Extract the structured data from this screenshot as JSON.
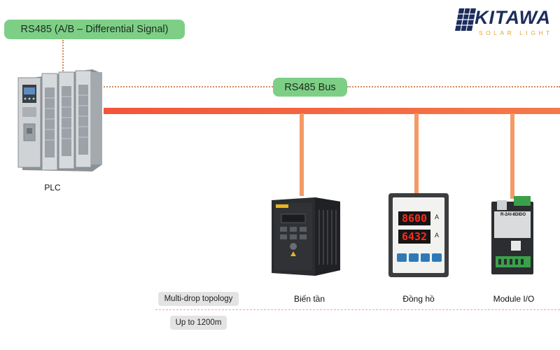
{
  "brand": {
    "name": "KITAWA",
    "tagline": "SOLAR LIGHT",
    "colors": {
      "navy": "#1c2d5c",
      "gold": "#e0a82e"
    }
  },
  "signal_label": "RS485 (A/B – Differential Signal)",
  "bus_label": "RS485 Bus",
  "topology_label": "Multi-drop topology",
  "distance_label": "Up to 1200m",
  "colors": {
    "bus_line": "#f2553a",
    "drop_line": "#f39a67",
    "dotted_line": "#d4875a",
    "label_green": "#7dcf86",
    "label_gray": "#e3e3e3"
  },
  "devices": {
    "plc": {
      "label": "PLC",
      "icon": "plc-icon"
    },
    "inverter": {
      "label": "Biến tần",
      "icon": "inverter-icon"
    },
    "meter": {
      "label": "Đồng hồ",
      "icon": "meter-icon",
      "readings": [
        "8600",
        "6432"
      ],
      "unit": "A"
    },
    "io_module": {
      "label": "Module I/O",
      "icon": "io-module-icon",
      "model": "R-2AI-8DIDO"
    }
  }
}
